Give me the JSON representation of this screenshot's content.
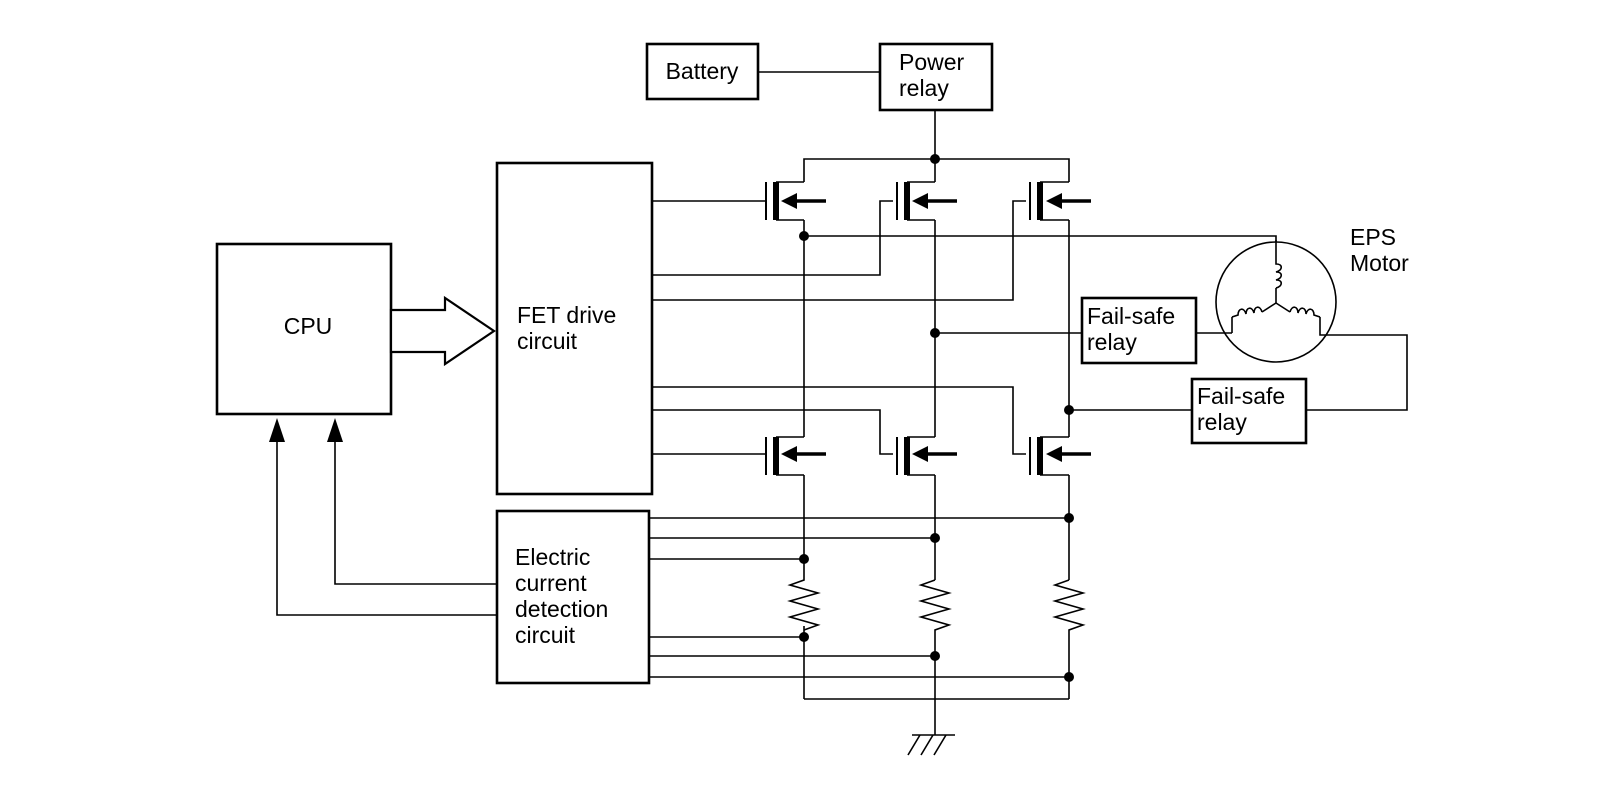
{
  "blocks": {
    "battery": "Battery",
    "power_relay": [
      "Power",
      "relay"
    ],
    "cpu": "CPU",
    "fet_drive": [
      "FET drive",
      "circuit"
    ],
    "current_detection": [
      "Electric",
      "current",
      "detection",
      "circuit"
    ],
    "failsafe_relay_1": [
      "Fail-safe",
      "relay"
    ],
    "failsafe_relay_2": [
      "Fail-safe",
      "relay"
    ],
    "motor": [
      "EPS",
      "Motor"
    ]
  },
  "colors": {
    "line": "#000000",
    "background": "#ffffff"
  }
}
